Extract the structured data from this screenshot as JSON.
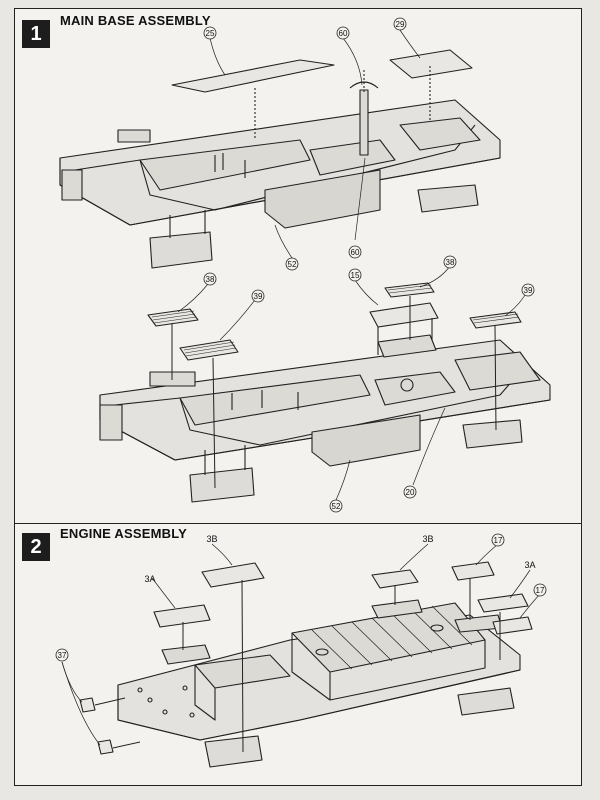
{
  "steps": [
    {
      "number": "1",
      "title": "MAIN BASE ASSEMBLY"
    },
    {
      "number": "2",
      "title": "ENGINE ASSEMBLY"
    }
  ],
  "callouts": {
    "s1_top": [
      "25",
      "60",
      "29",
      "60",
      "52"
    ],
    "s1_bottom": [
      "38",
      "39",
      "15",
      "38",
      "39",
      "20",
      "52"
    ],
    "s2": [
      "3B",
      "3B",
      "17",
      "3A",
      "3A",
      "17",
      "37"
    ]
  }
}
